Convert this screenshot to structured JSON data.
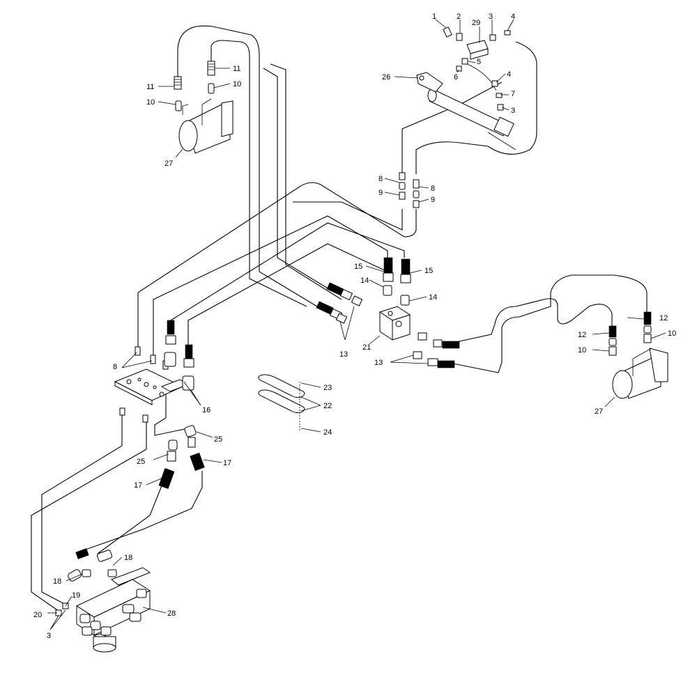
{
  "diagram": {
    "callouts": [
      {
        "id": "c1",
        "text": "1"
      },
      {
        "id": "c2",
        "text": "2"
      },
      {
        "id": "c29",
        "text": "29"
      },
      {
        "id": "c3a",
        "text": "3"
      },
      {
        "id": "c4a",
        "text": "4"
      },
      {
        "id": "c5",
        "text": "5"
      },
      {
        "id": "c6",
        "text": "6"
      },
      {
        "id": "c26",
        "text": "26"
      },
      {
        "id": "c4b",
        "text": "4"
      },
      {
        "id": "c7",
        "text": "7"
      },
      {
        "id": "c3b",
        "text": "3"
      },
      {
        "id": "c11a",
        "text": "11"
      },
      {
        "id": "c11b",
        "text": "11"
      },
      {
        "id": "c10a",
        "text": "10"
      },
      {
        "id": "c10b",
        "text": "10"
      },
      {
        "id": "c27a",
        "text": "27"
      },
      {
        "id": "c8a",
        "text": "8"
      },
      {
        "id": "c9a",
        "text": "9"
      },
      {
        "id": "c8b",
        "text": "8"
      },
      {
        "id": "c9b",
        "text": "9"
      },
      {
        "id": "c15a",
        "text": "15"
      },
      {
        "id": "c15b",
        "text": "15"
      },
      {
        "id": "c14a",
        "text": "14"
      },
      {
        "id": "c14b",
        "text": "14"
      },
      {
        "id": "c21",
        "text": "21"
      },
      {
        "id": "c13a",
        "text": "13"
      },
      {
        "id": "c13b",
        "text": "13"
      },
      {
        "id": "c12a",
        "text": "12"
      },
      {
        "id": "c12b",
        "text": "12"
      },
      {
        "id": "c10c",
        "text": "10"
      },
      {
        "id": "c10d",
        "text": "10"
      },
      {
        "id": "c27b",
        "text": "27"
      },
      {
        "id": "c8c",
        "text": "8"
      },
      {
        "id": "c16",
        "text": "16"
      },
      {
        "id": "c23",
        "text": "23"
      },
      {
        "id": "c22",
        "text": "22"
      },
      {
        "id": "c24",
        "text": "24"
      },
      {
        "id": "c25a",
        "text": "25"
      },
      {
        "id": "c25b",
        "text": "25"
      },
      {
        "id": "c17a",
        "text": "17"
      },
      {
        "id": "c17b",
        "text": "17"
      },
      {
        "id": "c18a",
        "text": "18"
      },
      {
        "id": "c18b",
        "text": "18"
      },
      {
        "id": "c19",
        "text": "19"
      },
      {
        "id": "c20",
        "text": "20"
      },
      {
        "id": "c3c",
        "text": "3"
      },
      {
        "id": "c28",
        "text": "28"
      }
    ]
  }
}
